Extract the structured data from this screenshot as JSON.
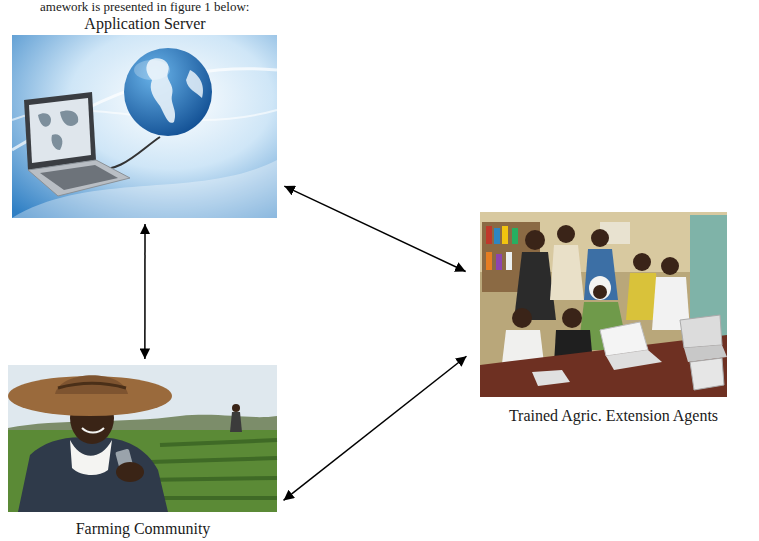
{
  "diagram": {
    "nodes": [
      {
        "text": [
          "Application Server"
        ]
      },
      {
        "text": [
          "Trained Agric. Extension Agents"
        ]
      },
      {
        "text": [
          "Farming Community"
        ]
      }
    ],
    "edges": [
      {
        "from": 0,
        "to": 1,
        "arrow": "both"
      },
      {
        "from": 0,
        "to": 2,
        "arrow": "both"
      },
      {
        "from": 2,
        "to": 1,
        "arrow": "both"
      }
    ],
    "labels": [
      "amework is presented in figure 1 below:"
    ]
  }
}
